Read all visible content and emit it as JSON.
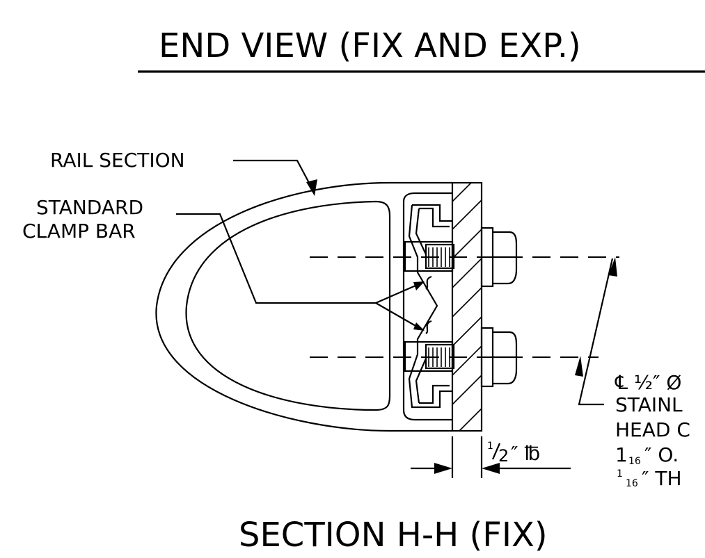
{
  "title_top": "END VIEW (FIX AND EXP.)",
  "title_bottom": "SECTION H-H (FIX)",
  "labels": {
    "rail_section": "RAIL SECTION",
    "clamp_bar_line1": "STANDARD",
    "clamp_bar_line2": "CLAMP BAR",
    "plate_prefix": "",
    "plate_suffix": "″ ℔",
    "callout_line1": "℄ ½″ Ø",
    "callout_line2": "STAINL",
    "callout_line3": "HEAD C",
    "callout_line4": "1",
    "callout_line4_frac": "16",
    "callout_line4_tail": "″ O.",
    "callout_line5_frac": "16",
    "callout_line5_tail": "″ TH"
  },
  "plate_fraction": {
    "num": "1",
    "den": "2"
  },
  "fraction_one_sixteenth": {
    "num": "1",
    "den": "16"
  }
}
